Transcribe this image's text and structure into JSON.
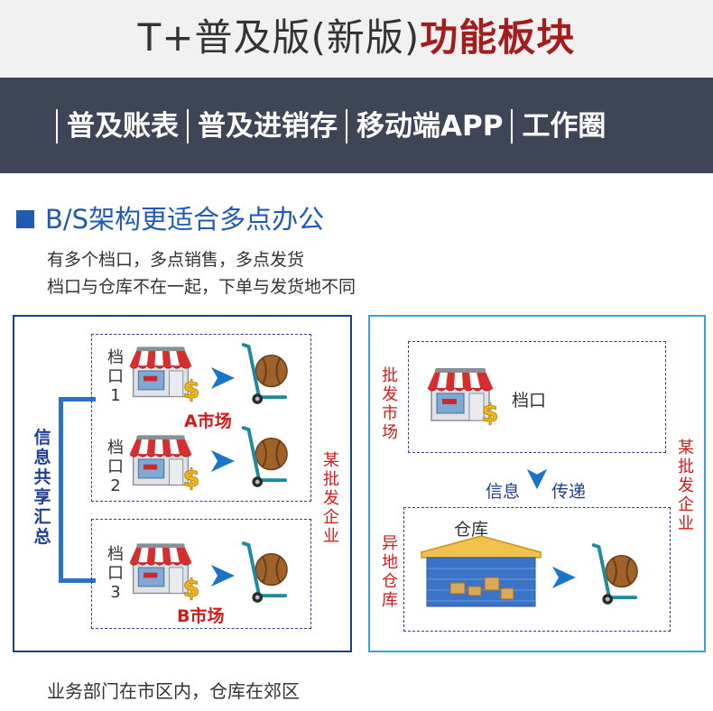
{
  "header": {
    "title_normal": "T+普及版(新版)",
    "title_bold": "功能板块",
    "tabs": [
      "普及账表",
      "普及进销存",
      "移动端APP",
      "工作圈"
    ]
  },
  "section": {
    "title": "B/S架构更适合多点办公",
    "lines": [
      "有多个档口，多点销售，多点发货",
      "档口与仓库不在一起，下单与发货地不同"
    ]
  },
  "left_panel": {
    "share_label": "信息共享汇总",
    "stores": [
      {
        "label": "档口1",
        "market": "A市场"
      },
      {
        "label": "档口2",
        "market": ""
      },
      {
        "label": "档口3",
        "market": "B市场"
      }
    ],
    "enterprise_label": "某批发企业"
  },
  "right_panel": {
    "market_label": "批发市场",
    "stall_label": "档口",
    "transfer_left": "信息",
    "transfer_right": "传递",
    "warehouse_label": "仓库",
    "remote_label": "异地仓库",
    "enterprise_label": "某批发企业"
  },
  "footer": {
    "note": "业务部门在市区内，仓库在郊区"
  },
  "colors": {
    "brand_blue": "#1f5bb5",
    "accent_red": "#d21a1a",
    "band": "#3e4556"
  }
}
